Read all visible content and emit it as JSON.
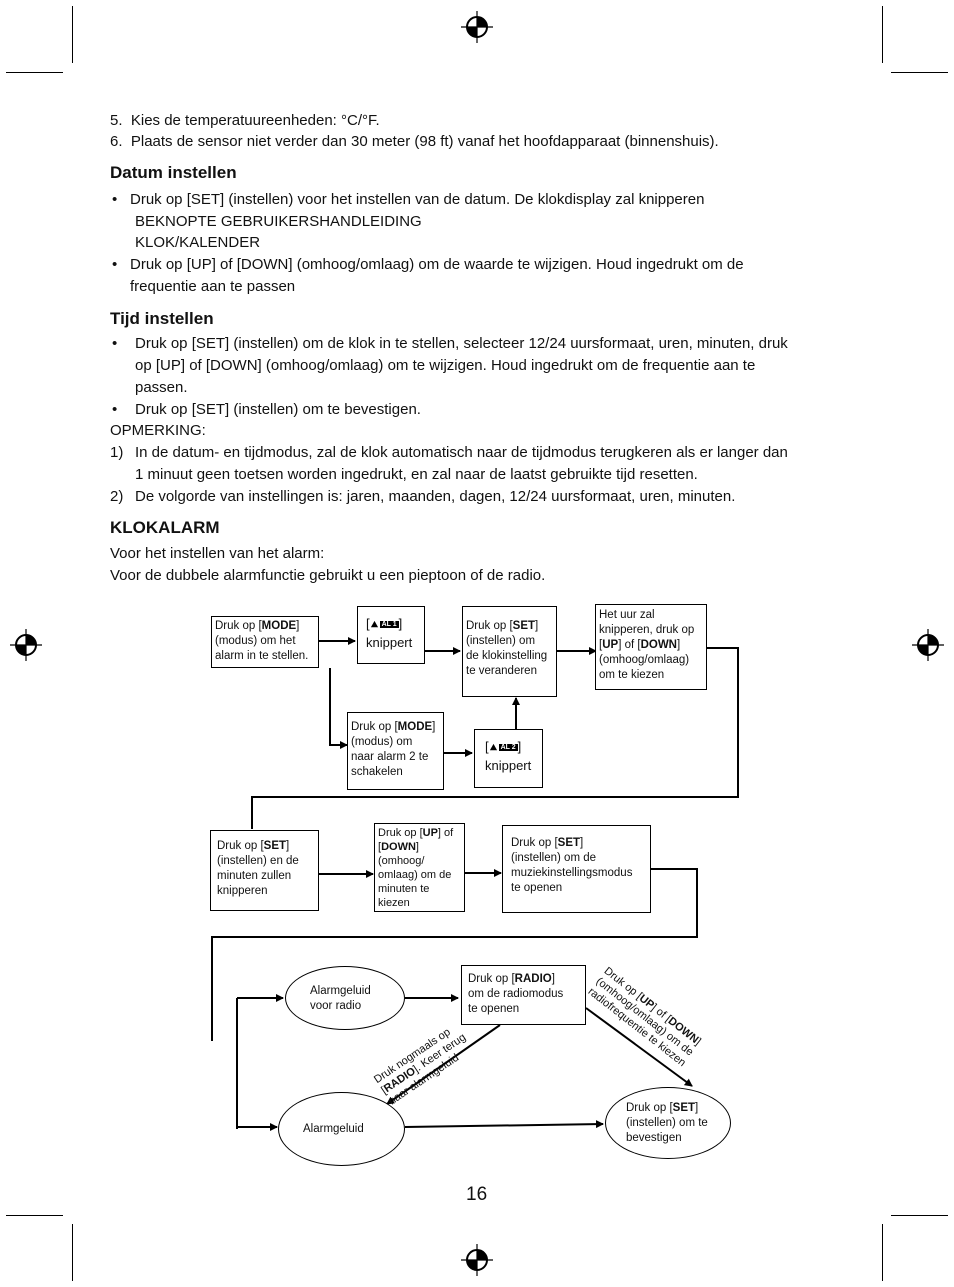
{
  "list_top": [
    {
      "num": "5.",
      "text": "Kies de temperatuureenheden: °C/°F."
    },
    {
      "num": "6.",
      "text": "Plaats de sensor niet verder dan 30 meter (98 ft) vanaf het hoofdapparaat (binnenshuis)."
    }
  ],
  "datum": {
    "heading": "Datum instellen",
    "b1_line1": "Druk op [SET] (instellen) voor het instellen van de datum. De klokdisplay zal knipperen",
    "b1_line2": "BEKNOPTE GEBRUIKERSHANDLEIDING",
    "b1_line3": "KLOK/KALENDER",
    "b2_line1": "Druk op [UP] of [DOWN] (omhoog/omlaag) om de waarde te wijzigen. Houd ingedrukt om de",
    "b2_line2": "frequentie aan te passen"
  },
  "tijd": {
    "heading": "Tijd instellen",
    "b1_line1": "Druk op [SET] (instellen) om de klok in te stellen, selecteer 12/24 uursformaat, uren, minuten, druk",
    "b1_line2": "op [UP] of [DOWN] (omhoog/omlaag) om te wijzigen. Houd ingedrukt om de frequentie aan te",
    "b1_line3": "passen.",
    "b2": "Druk op [SET] (instellen) om te bevestigen.",
    "note_label": "OPMERKING:",
    "n1_num": "1)",
    "n1_line1": "In de datum- en tijdmodus, zal de klok automatisch naar de tijdmodus terugkeren als er langer dan",
    "n1_line2": "1 minuut geen toetsen worden ingedrukt, en zal naar de laatst gebruikte tijd resetten.",
    "n2_num": "2)",
    "n2": "De volgorde van instellingen is: jaren, maanden, dagen, 12/24 uursformaat, uren, minuten."
  },
  "alarm": {
    "heading": "KLOKALARM",
    "p1": "Voor het instellen van het alarm:",
    "p2": "Voor de dubbele alarmfunctie gebruikt u een pieptoon of de radio."
  },
  "flow": {
    "mode1": {
      "pre": "Druk op [",
      "key": "MODE",
      "post": "]",
      "l2": "(modus) om het",
      "l3": "alarm in te stellen."
    },
    "al1": {
      "open": "[",
      "badge": "AL 1",
      "close": "]",
      "text": "knippert"
    },
    "set1": {
      "pre": "Druk op [",
      "key": "SET",
      "post": "]",
      "l2": "(instellen) om",
      "l3": "de klokinstelling",
      "l4": "te veranderen"
    },
    "hour": {
      "l1": "Het uur zal",
      "l2": "knipperen, druk op",
      "l3a": "[",
      "k1": "UP",
      "l3b": "] of [",
      "k2": "DOWN",
      "l3c": "]",
      "l4": "(omhoog/omlaag)",
      "l5": "om te kiezen"
    },
    "mode2": {
      "pre": "Druk op [",
      "key": "MODE",
      "post": "]",
      "l2": "(modus) om",
      "l3": "naar alarm 2 te",
      "l4": "schakelen"
    },
    "al2": {
      "open": "[",
      "badge": "AL 2",
      "close": "]",
      "text": "knippert"
    },
    "set2": {
      "pre": "Druk op [",
      "key": "SET",
      "post": "]",
      "l2": "(instellen) en de",
      "l3": "minuten zullen",
      "l4": "knipperen"
    },
    "updown": {
      "pre": "Druk op [",
      "k1": "UP",
      "mid": "] of",
      "l2a": "[",
      "k2": "DOWN",
      "l2b": "]",
      "l3": "(omhoog/",
      "l4": "omlaag) om de",
      "l5": "minuten te",
      "l6": "kiezen"
    },
    "set3": {
      "pre": "Druk op [",
      "key": "SET",
      "post": "]",
      "l2": "(instellen) om de",
      "l3": "muziekinstellingsmodus",
      "l4": "te openen"
    },
    "radio_ell": {
      "l1": "Alarmgeluid",
      "l2": "voor radio"
    },
    "radio_box": {
      "pre": "Druk op [",
      "key": "RADIO",
      "post": "]",
      "l2": "om de radiomodus",
      "l3": "te openen"
    },
    "diag_right": {
      "l1a": "Druk op [",
      "k1": "UP",
      "l1b": "] of [",
      "k2": "DOWN",
      "l1c": "]",
      "l2": "(omhoog/omlaag) om de",
      "l3": "radiofrequentie te kiezen"
    },
    "diag_left": {
      "l1": "Druk nogmaals op",
      "l2a": "[",
      "k": "RADIO",
      "l2b": "]. Keer terug",
      "l3": "naar alarmgeluid"
    },
    "alarm_ell": {
      "l1": "Alarmgeluid"
    },
    "confirm_ell": {
      "pre": "Druk op [",
      "key": "SET",
      "post": "]",
      "l2": "(instellen) om te",
      "l3": "bevestigen"
    }
  },
  "page_number": "16"
}
